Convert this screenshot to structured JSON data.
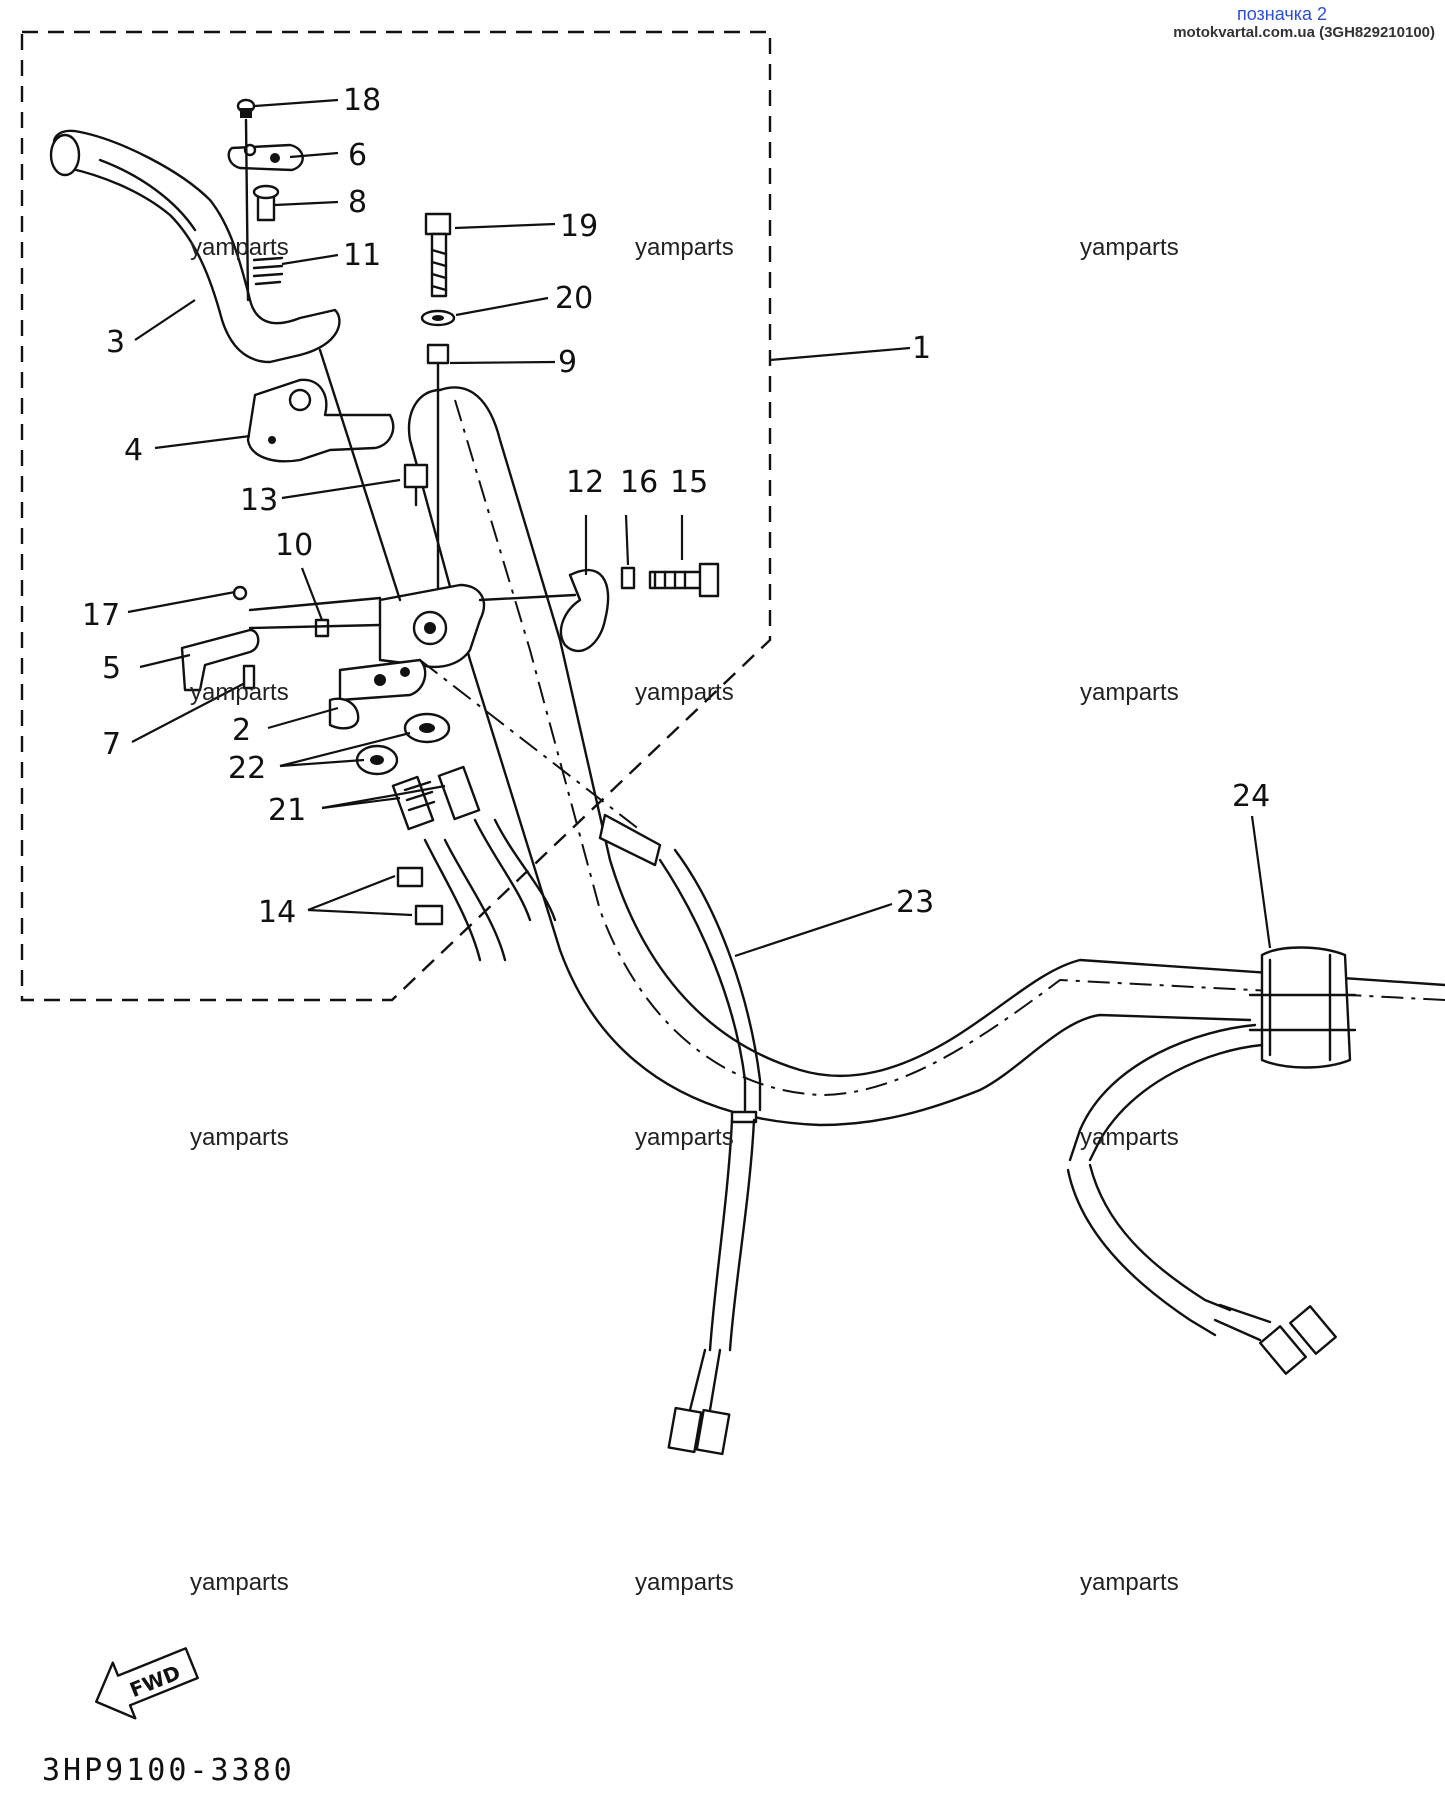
{
  "header": {
    "title": "позначка 2",
    "subtitle": "motokvartal.com.ua (3GH829210100)"
  },
  "callouts": [
    "18",
    "6",
    "8",
    "19",
    "11",
    "20",
    "3",
    "9",
    "1",
    "4",
    "13",
    "12",
    "16",
    "15",
    "10",
    "17",
    "5",
    "7",
    "2",
    "22",
    "21",
    "14",
    "23",
    "24"
  ],
  "watermarks": [
    "yamparts",
    "yamparts",
    "yamparts",
    "yamparts",
    "yamparts",
    "yamparts",
    "yamparts",
    "yamparts",
    "yamparts",
    "yamparts",
    "yamparts",
    "yamparts"
  ],
  "fwd_label": "FWD",
  "diagram_code": "3HP9100-3380"
}
